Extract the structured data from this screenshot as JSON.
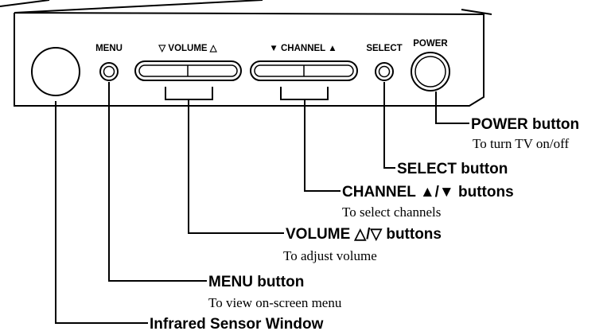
{
  "panel": {
    "labels": {
      "menu": "MENU",
      "volume": "▽ VOLUME △",
      "channel": "▼ CHANNEL ▲",
      "select": "SELECT",
      "power": "POWER"
    }
  },
  "callouts": {
    "power": {
      "title": "POWER button",
      "desc": "To turn TV on/off"
    },
    "select": {
      "title": "SELECT button"
    },
    "channel": {
      "title": "CHANNEL ▲/▼ buttons",
      "desc": "To select channels"
    },
    "volume": {
      "title": "VOLUME △/▽ buttons",
      "desc": "To adjust volume"
    },
    "menu": {
      "title": "MENU button",
      "desc": "To view on-screen menu"
    },
    "sensor": {
      "title": "Infrared Sensor Window"
    }
  }
}
